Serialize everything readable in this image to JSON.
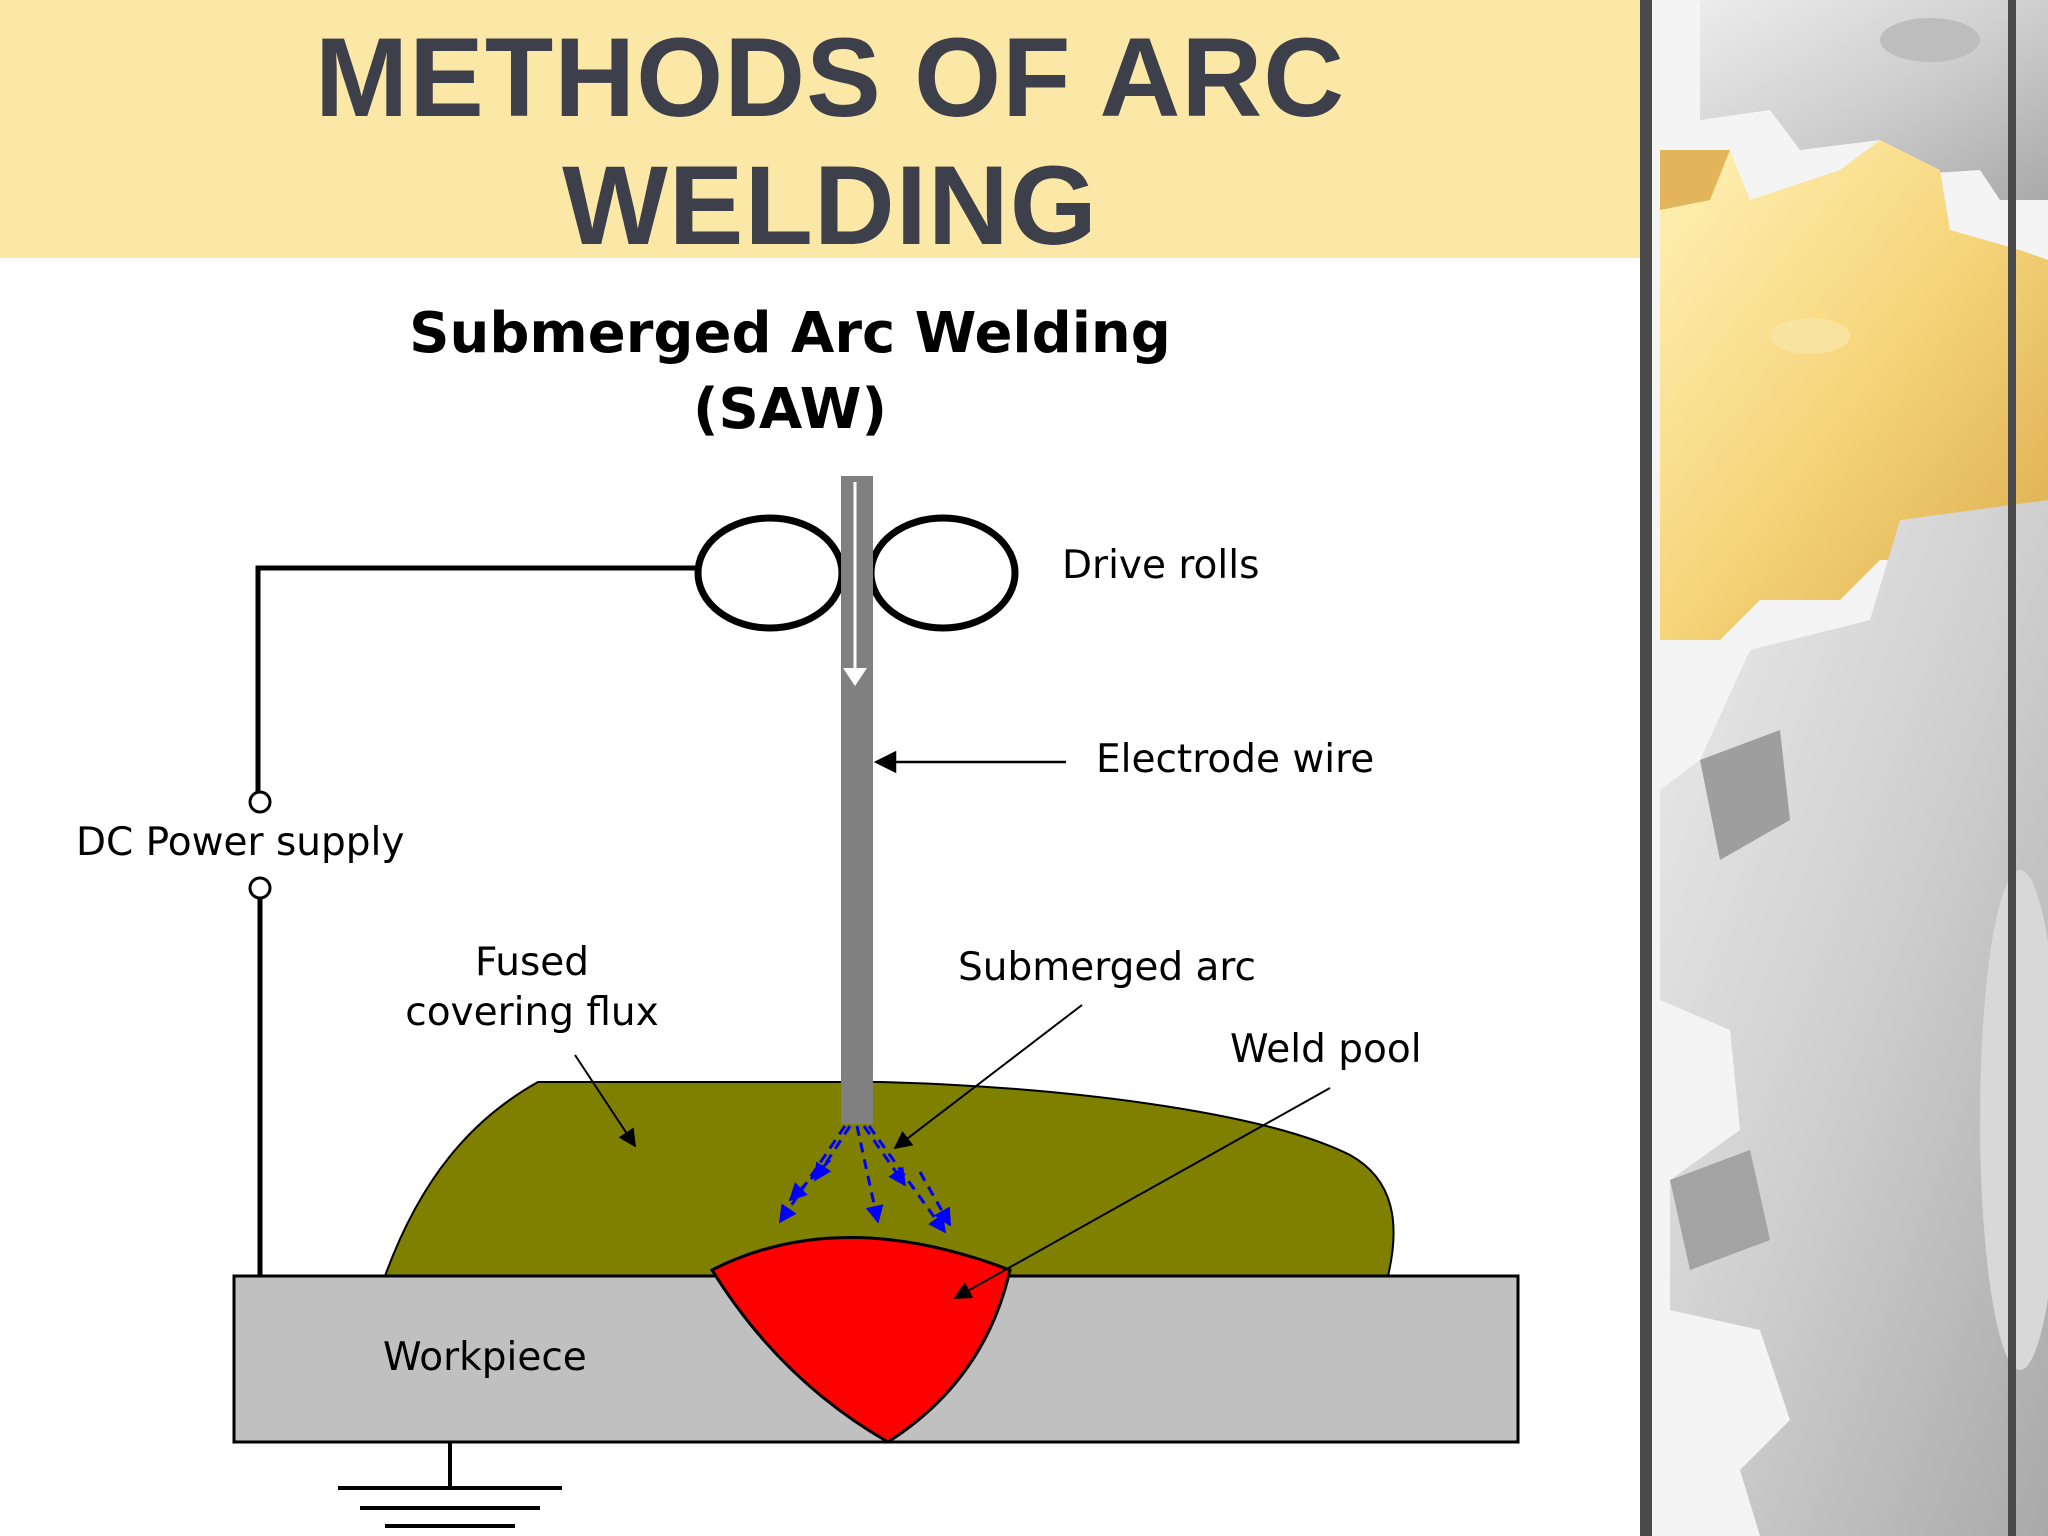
{
  "slide": {
    "title_line1": "METHODS OF ARC",
    "title_line2": "WELDING"
  },
  "diagram": {
    "heading_line1": "Submerged Arc Welding",
    "heading_line2": "(SAW)",
    "labels": {
      "drive_rolls": "Drive rolls",
      "electrode_wire": "Electrode wire",
      "dc_power_supply": "DC Power supply",
      "fused_line1": "Fused",
      "fused_line2": "covering flux",
      "submerged_arc": "Submerged arc",
      "weld_pool": "Weld pool",
      "workpiece": "Workpiece"
    },
    "colors": {
      "title_band": "#fbe7a6",
      "title_text": "#3d3f4a",
      "flux": "#7f7f00",
      "weld_pool": "#ff0000",
      "workpiece": "#c0c0c0",
      "electrode": "#808080",
      "arc": "#0000ff"
    }
  }
}
